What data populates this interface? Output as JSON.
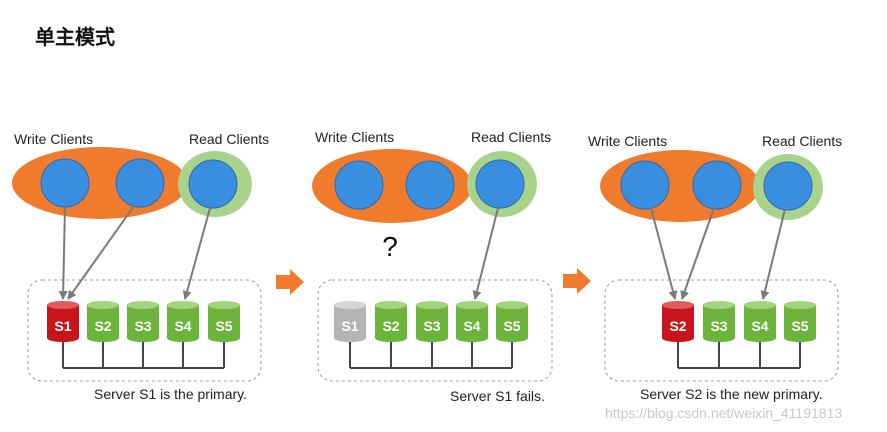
{
  "title": "单主模式",
  "watermark": "https://blog.csdn.net/weixin_41191813",
  "colors": {
    "write_group": "#f07b2c",
    "read_group": "#a9d28a",
    "client": "#3a8ee0",
    "server_green": "#6cb43c",
    "server_primary": "#c8151b",
    "server_failed": "#b4b4b4",
    "arrow": "#f07b2c"
  },
  "panels": [
    {
      "write_label": "Write Clients",
      "read_label": "Read Clients",
      "caption": "Server S1 is the primary.",
      "servers": [
        {
          "label": "S1",
          "state": "primary"
        },
        {
          "label": "S2",
          "state": "secondary"
        },
        {
          "label": "S3",
          "state": "secondary"
        },
        {
          "label": "S4",
          "state": "secondary"
        },
        {
          "label": "S5",
          "state": "secondary"
        }
      ],
      "question": ""
    },
    {
      "write_label": "Write Clients",
      "read_label": "Read Clients",
      "caption": "Server S1 fails.",
      "servers": [
        {
          "label": "S1",
          "state": "failed"
        },
        {
          "label": "S2",
          "state": "secondary"
        },
        {
          "label": "S3",
          "state": "secondary"
        },
        {
          "label": "S4",
          "state": "secondary"
        },
        {
          "label": "S5",
          "state": "secondary"
        }
      ],
      "question": "?"
    },
    {
      "write_label": "Write Clients",
      "read_label": "Read Clients",
      "caption": "Server S2 is the new primary.",
      "servers": [
        {
          "label": "S2",
          "state": "primary"
        },
        {
          "label": "S3",
          "state": "secondary"
        },
        {
          "label": "S4",
          "state": "secondary"
        },
        {
          "label": "S5",
          "state": "secondary"
        }
      ],
      "question": ""
    }
  ]
}
